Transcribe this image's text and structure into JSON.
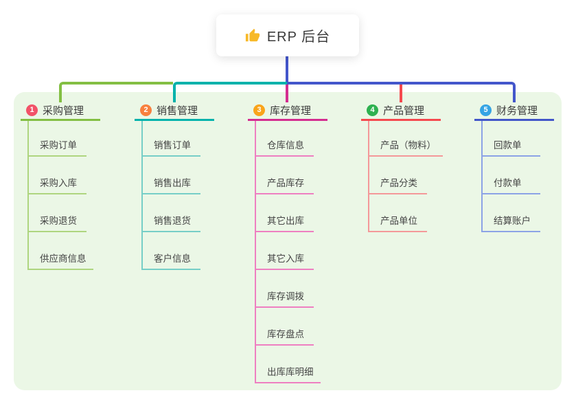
{
  "root": {
    "label": "ERP 后台",
    "icon": "thumbs-up-icon",
    "icon_color": "#f7b928"
  },
  "panel": {
    "background": "#EBF7E6"
  },
  "connectors": {
    "trunk_blue": "#4356CB",
    "green": "#83BF43",
    "teal": "#00B2AB",
    "magenta": "#D42D90",
    "red": "#F5494E"
  },
  "branches": [
    {
      "number": "1",
      "title": "采购管理",
      "badge_color": "#F25268",
      "line_color": "#83BF43",
      "child_line_color": "#AED57F",
      "children": [
        "采购订单",
        "采购入库",
        "采购退货",
        "供应商信息"
      ]
    },
    {
      "number": "2",
      "title": "销售管理",
      "badge_color": "#F8803E",
      "line_color": "#00B2AB",
      "child_line_color": "#76CEC7",
      "children": [
        "销售订单",
        "销售出库",
        "销售退货",
        "客户信息"
      ]
    },
    {
      "number": "3",
      "title": "库存管理",
      "badge_color": "#F9A41B",
      "line_color": "#D42D90",
      "child_line_color": "#EE7FC1",
      "children": [
        "仓库信息",
        "产品库存",
        "其它出库",
        "其它入库",
        "库存调拨",
        "库存盘点",
        "出库库明细"
      ]
    },
    {
      "number": "4",
      "title": "产品管理",
      "badge_color": "#2EB150",
      "line_color": "#F5494E",
      "child_line_color": "#F49899",
      "children": [
        "产品（物料）",
        "产品分类",
        "产品单位"
      ]
    },
    {
      "number": "5",
      "title": "财务管理",
      "badge_color": "#35A4E4",
      "line_color": "#4256C9",
      "child_line_color": "#8CA3E6",
      "children": [
        "回款单",
        "付款单",
        "结算账户"
      ]
    }
  ]
}
